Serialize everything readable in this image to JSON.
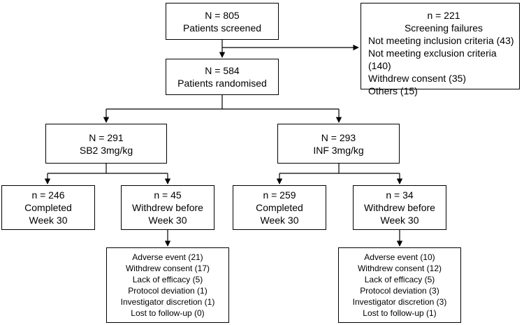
{
  "screened": {
    "count": "N = 805",
    "label": "Patients screened"
  },
  "failures": {
    "count": "n = 221",
    "label": "Screening failures",
    "items": [
      "Not meeting inclusion criteria (43)",
      "Not meeting exclusion criteria (140)",
      "Withdrew consent (35)",
      "Others (15)"
    ]
  },
  "randomised": {
    "count": "N = 584",
    "label": "Patients randomised"
  },
  "arm_sb2": {
    "count": "N = 291",
    "label": "SB2 3mg/kg",
    "completed": {
      "count": "n = 246",
      "line1": "Completed",
      "line2": "Week 30"
    },
    "withdrew": {
      "count": "n = 45",
      "line1": "Withdrew before",
      "line2": "Week 30"
    },
    "reasons": [
      "Adverse event (21)",
      "Withdrew consent (17)",
      "Lack of efficacy (5)",
      "Protocol deviation (1)",
      "Investigator discretion (1)",
      "Lost to follow-up (0)"
    ]
  },
  "arm_inf": {
    "count": "N = 293",
    "label": "INF 3mg/kg",
    "completed": {
      "count": "n = 259",
      "line1": "Completed",
      "line2": "Week 30"
    },
    "withdrew": {
      "count": "n = 34",
      "line1": "Withdrew before",
      "line2": "Week 30"
    },
    "reasons": [
      "Adverse event (10)",
      "Withdrew consent (12)",
      "Lack of efficacy (5)",
      "Protocol deviation (3)",
      "Investigator discretion (3)",
      "Lost to follow-up (1)"
    ]
  }
}
